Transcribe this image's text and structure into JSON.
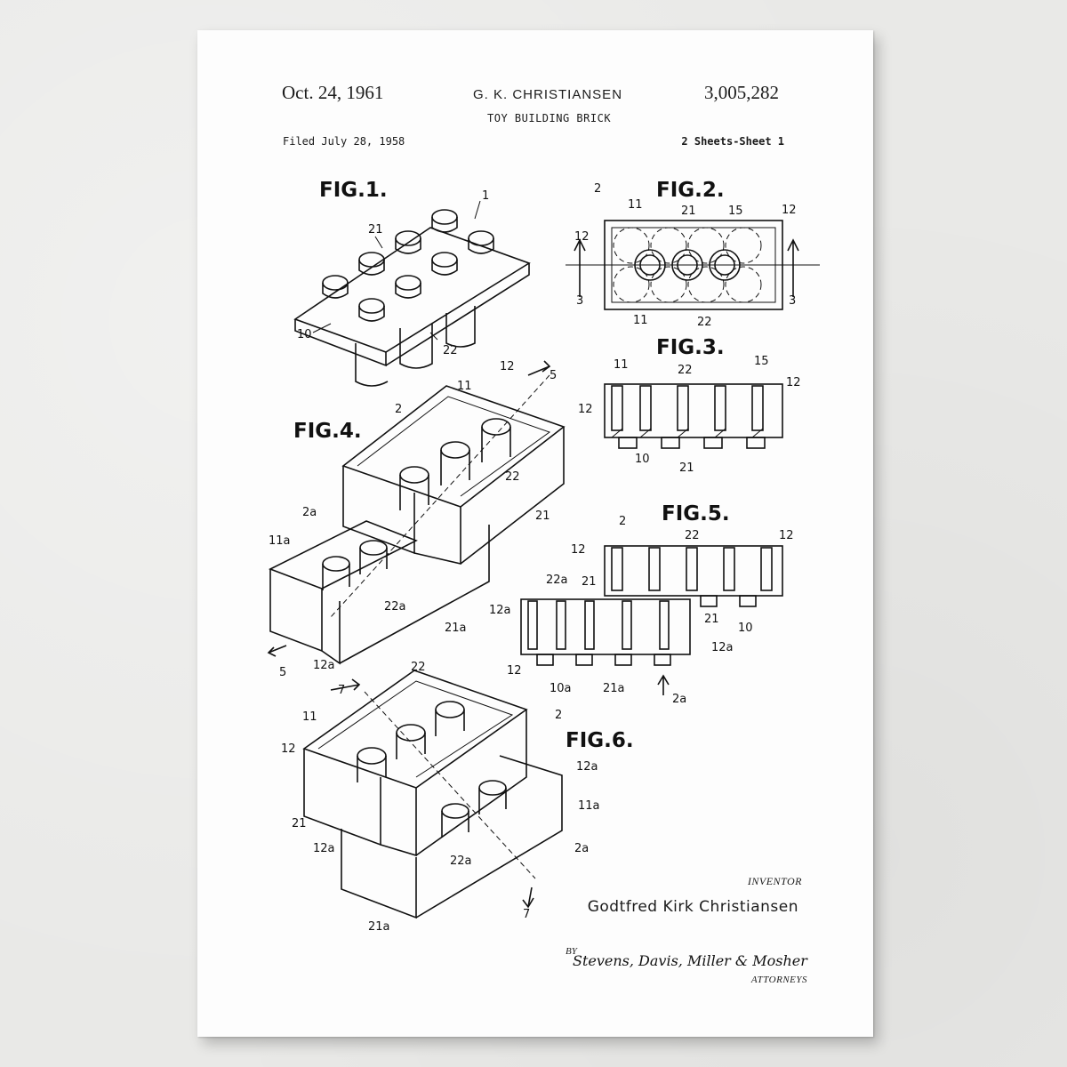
{
  "patent": {
    "date": "Oct. 24, 1961",
    "inventor_header": "G. K. CHRISTIANSEN",
    "number": "3,005,282",
    "title": "TOY BUILDING BRICK",
    "filed": "Filed July 28, 1958",
    "sheets": "2 Sheets-Sheet 1"
  },
  "figures": {
    "fig1": "FIG.1.",
    "fig2": "FIG.2.",
    "fig3": "FIG.3.",
    "fig4": "FIG.4.",
    "fig5": "FIG.5.",
    "fig6": "FIG.6."
  },
  "refs": {
    "r1": "1",
    "r2": "2",
    "r2a": "2a",
    "r3": "3",
    "r5": "5",
    "r7": "7",
    "r10": "10",
    "r10a": "10a",
    "r11": "11",
    "r11a": "11a",
    "r12": "12",
    "r12a": "12a",
    "r15": "15",
    "r21": "21",
    "r21a": "21a",
    "r22": "22",
    "r22a": "22a"
  },
  "footer": {
    "inventor_label": "INVENTOR",
    "inventor_name": "Godtfred Kirk Christiansen",
    "by": "BY",
    "signature": "Stevens, Davis, Miller & Mosher",
    "attorneys": "ATTORNEYS"
  },
  "colors": {
    "ink": "#111111",
    "paper": "#fdfdfd",
    "wall": "#e9e9e7"
  }
}
